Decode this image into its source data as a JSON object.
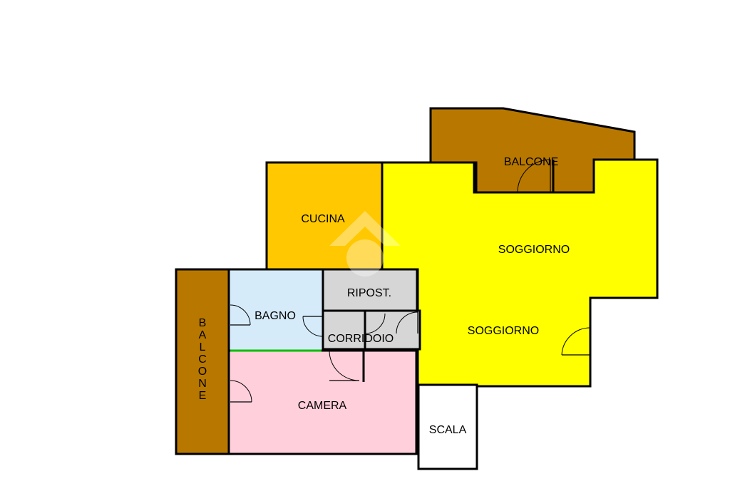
{
  "colors": {
    "balcony": "#b87800",
    "kitchen": "#ffc800",
    "living": "#ffff00",
    "bathroom": "#d6ebfa",
    "storage": "#d6d6d6",
    "bedroom": "#ffd0dc",
    "stairs": "#ffffff",
    "window": "#00c000",
    "watermark": "#ffffff"
  },
  "rooms": {
    "balcone_top": "BALCONE",
    "balcone_left": [
      "B",
      "A",
      "L",
      "C",
      "O",
      "N",
      "E"
    ],
    "cucina": "CUCINA",
    "soggiorno_upper": "SOGGIORNO",
    "soggiorno_lower": "SOGGIORNO",
    "bagno": "BAGNO",
    "ripostiglio": "RIPOST.",
    "corridoio": "CORRIDOIO",
    "camera": "CAMERA",
    "scala": "SCALA"
  }
}
